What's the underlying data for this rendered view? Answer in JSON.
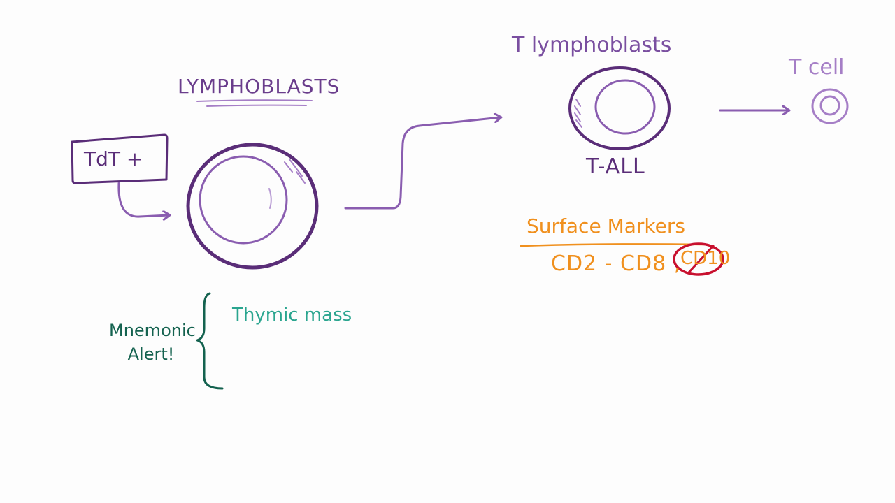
{
  "diagram": {
    "left_cell_heading": "LYMPHOBLASTS",
    "marker_box_label": "TdT +",
    "t_cell_heading": "T lymphoblasts",
    "t_cell_disease_label": "T-ALL",
    "mature_cell_label": "T cell",
    "surface_markers_heading": "Surface Markers",
    "surface_markers_list": "CD2 - CD8 ,",
    "excluded_marker": "CD10",
    "mnemonic_label": "Mnemonic Alert!",
    "mnemonic_item_1": "Thymic mass"
  },
  "colors": {
    "purple_dark": "#5a2d78",
    "purple_mid": "#8a5db0",
    "purple_light": "#a57ec6",
    "orange": "#f0901e",
    "red": "#c8102e",
    "teal_dark": "#14624f",
    "teal_light": "#2aa58f"
  }
}
